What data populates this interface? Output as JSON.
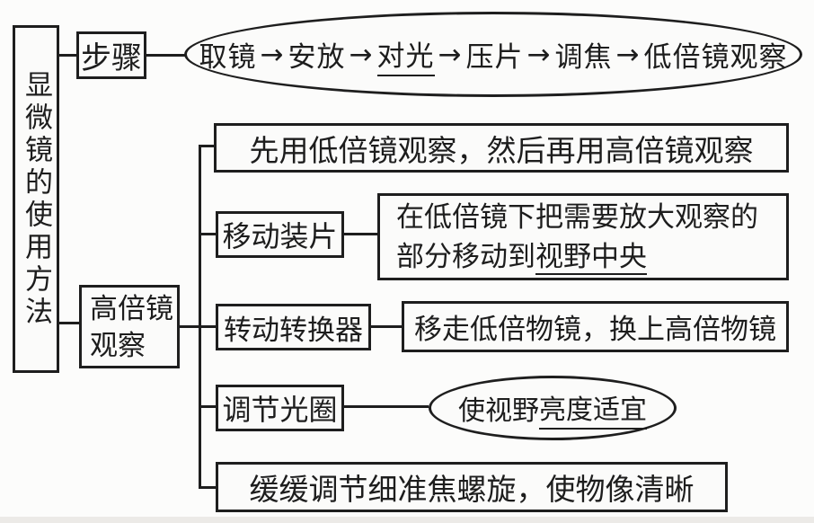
{
  "diagram_title": "显微镜的使用方法",
  "colors": {
    "ink": "#1e1e1e",
    "background": "#fcfcfb"
  },
  "root": {
    "label": "显微镜的使用方法"
  },
  "steps_branch": {
    "label": "步骤",
    "flow": {
      "arrow": "→",
      "steps": [
        "取镜",
        "安放",
        "对光",
        "压片",
        "调焦",
        "低倍镜观察"
      ],
      "underlined_step": "对光"
    }
  },
  "highpower_branch": {
    "label_line1": "高倍镜",
    "label_line2": "观察",
    "rows": {
      "row1": {
        "text": "先用低倍镜观察，然后再用高倍镜观察"
      },
      "row2": {
        "label": "移动装片",
        "desc_line1": "在低倍镜下把需要放大观察的",
        "desc_line2_plain": "部分移动到",
        "desc_line2_underline": "视野中央"
      },
      "row3": {
        "label": "转动转换器",
        "desc": "移走低倍物镜，换上高倍物镜"
      },
      "row4": {
        "label": "调节光圈",
        "ellipse_plain": "使视野",
        "ellipse_underline": "亮度适宜"
      },
      "row5": {
        "text": "缓缓调节细准焦螺旋，使物像清晰"
      }
    }
  }
}
